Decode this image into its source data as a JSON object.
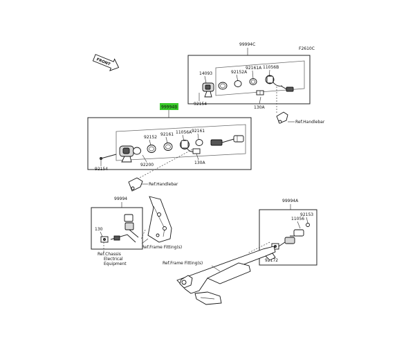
{
  "diagram_id": "F2610C",
  "front_label": "FRONT",
  "highlight_color": "#39c92a",
  "top_kit": {
    "part_no": "99994C",
    "parts": [
      "14093",
      "92152A",
      "92161A",
      "11056B",
      "92154",
      "130A"
    ]
  },
  "mid_kit": {
    "part_no": "99994B",
    "parts": [
      "92152",
      "92161",
      "11056A",
      "92161",
      "92154",
      "92200",
      "130A"
    ]
  },
  "left_kit": {
    "part_no": "99994",
    "parts": [
      "130"
    ]
  },
  "right_kit": {
    "part_no": "99994A",
    "parts": [
      "92153",
      "11056",
      "92172"
    ]
  },
  "references": {
    "handlebar_top": "Ref.Handlebar",
    "handlebar_mid": "Ref.Handlebar",
    "frame_fitting_left": "Ref.Frame Fitting(s)",
    "frame_fitting_right": "Ref.Frame Fitting(s)",
    "chassis_electrical": [
      "Ref.Chassis",
      "Electrical",
      "Equipment"
    ]
  }
}
